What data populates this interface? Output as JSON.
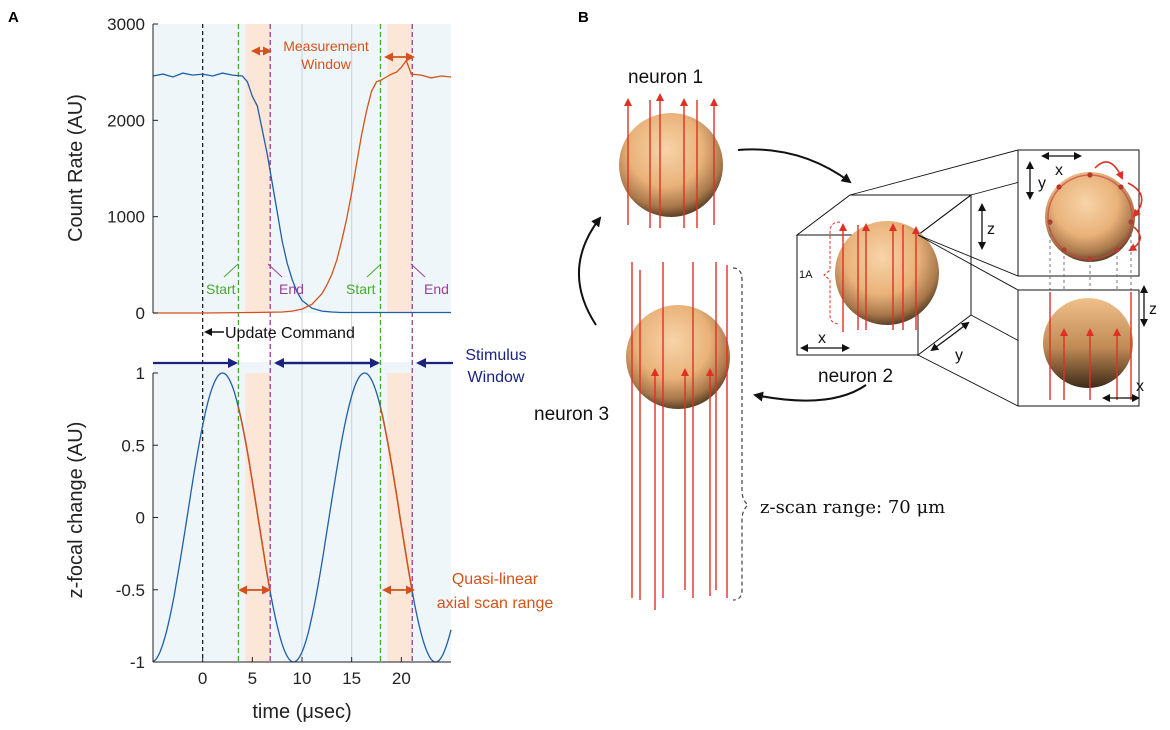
{
  "panel_a": {
    "label": "A",
    "annotations": {
      "measurement_window_line1": "Measurement",
      "measurement_window_line2": "Window",
      "start": "Start",
      "end": "End",
      "update_command": "Update Command",
      "stimulus_line1": "Stimulus",
      "stimulus_line2": "Window",
      "quasi_line1": "Quasi-linear",
      "quasi_line2": "axial scan range"
    }
  },
  "panel_b": {
    "label": "B",
    "neuron1": "neuron 1",
    "neuron2": "neuron 2",
    "neuron3": "neuron 3",
    "z_scan_range": "z-scan range: 70 μm",
    "label_1a": "1A",
    "axis_x": "x",
    "axis_y": "y",
    "axis_z": "z"
  },
  "chart_data": [
    {
      "type": "line",
      "title": "",
      "xlabel": "",
      "ylabel": "Count Rate (AU)",
      "xlim": [
        -5,
        25
      ],
      "ylim": [
        0,
        3000
      ],
      "yticks": [
        0,
        1000,
        2000,
        3000
      ],
      "colors": {
        "series1": "#1f5fa8",
        "series2": "#d4521a"
      },
      "series": [
        {
          "values_x": [
            -5,
            -4,
            -3,
            -2,
            -1,
            0,
            1,
            2,
            3,
            4,
            4.5,
            5,
            5.5,
            6,
            6.5,
            7,
            7.5,
            8,
            8.5,
            9,
            9.5,
            10,
            11,
            12,
            13,
            14,
            15,
            16,
            17,
            18,
            19,
            20,
            21,
            22,
            23,
            24,
            25
          ],
          "values": [
            2460,
            2480,
            2450,
            2490,
            2470,
            2480,
            2460,
            2490,
            2470,
            2460,
            2400,
            2250,
            2150,
            1900,
            1650,
            1350,
            1050,
            750,
            520,
            350,
            220,
            130,
            50,
            20,
            10,
            5,
            5,
            5,
            5,
            5,
            5,
            5,
            5,
            5,
            5,
            5,
            5
          ]
        },
        {
          "values_x": [
            -5,
            0,
            5,
            8,
            9,
            10,
            11,
            12,
            12.5,
            13,
            13.5,
            14,
            14.5,
            15,
            15.5,
            16,
            16.5,
            17,
            17.5,
            18,
            18.5,
            19,
            19.5,
            20,
            20.5,
            21,
            22,
            23,
            24,
            25
          ],
          "values": [
            0,
            0,
            5,
            10,
            20,
            40,
            90,
            200,
            290,
            400,
            550,
            750,
            980,
            1250,
            1550,
            1850,
            2100,
            2300,
            2400,
            2420,
            2450,
            2480,
            2500,
            2550,
            2620,
            2480,
            2470,
            2440,
            2460,
            2450
          ]
        }
      ]
    },
    {
      "type": "line",
      "title": "",
      "xlabel": "time (μsec)",
      "ylabel": "z-focal change (AU)",
      "xlim": [
        -5,
        25
      ],
      "ylim": [
        -1,
        1
      ],
      "xticks": [
        0,
        5,
        10,
        15,
        20
      ],
      "yticks": [
        -1,
        -0.5,
        0,
        0.5,
        1
      ],
      "period_usec": 14.3,
      "phase_peak_usec": 2.0,
      "highlight_segments_usec": [
        [
          3.6,
          6.8
        ],
        [
          17.9,
          21.1
        ]
      ]
    }
  ],
  "colors": {
    "blue_line": "#1f5fa8",
    "orange_line": "#d4521a",
    "green_dash": "#4aa832",
    "purple_dash": "#9b3e9b",
    "navy_arrow": "#1a237e",
    "bg_tint": "#eef6fa",
    "window_tint": "#fbe6d8",
    "red_line": "#e03024"
  }
}
